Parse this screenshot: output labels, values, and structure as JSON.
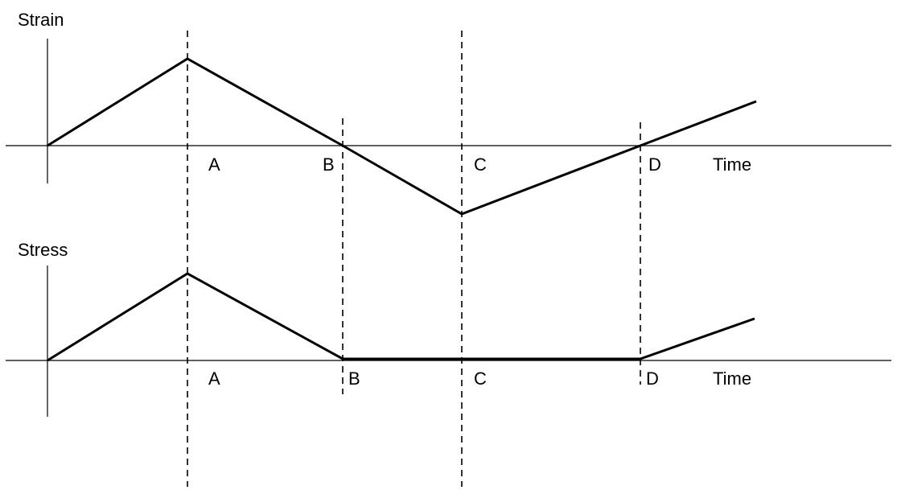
{
  "top_panel": {
    "y_label": "Strain",
    "x_label": "Time",
    "markers": [
      "A",
      "B",
      "C",
      "D"
    ]
  },
  "bottom_panel": {
    "y_label": "Stress",
    "x_label": "Time",
    "markers": [
      "A",
      "B",
      "C",
      "D"
    ]
  }
}
